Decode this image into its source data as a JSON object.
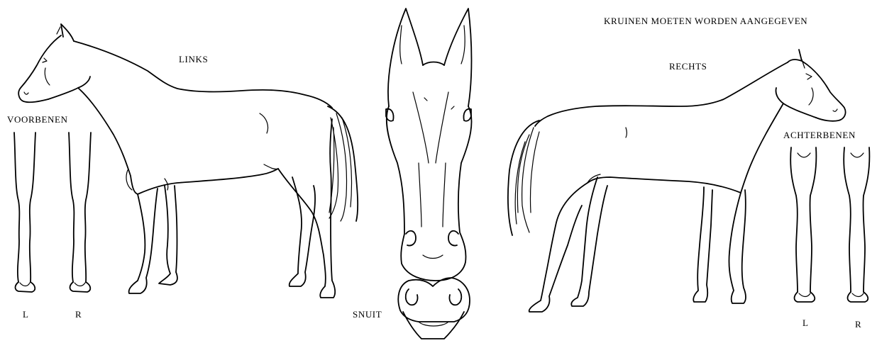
{
  "labels": {
    "instruction": "KRUINEN MOETEN WORDEN AANGEGEVEN",
    "left_side": "LINKS",
    "right_side": "RECHTS",
    "forelegs": "VOORBENEN",
    "hindlegs": "ACHTERBENEN",
    "muzzle": "SNUIT",
    "fore_left": "L",
    "fore_right": "R",
    "hind_left": "L",
    "hind_right": "R"
  }
}
